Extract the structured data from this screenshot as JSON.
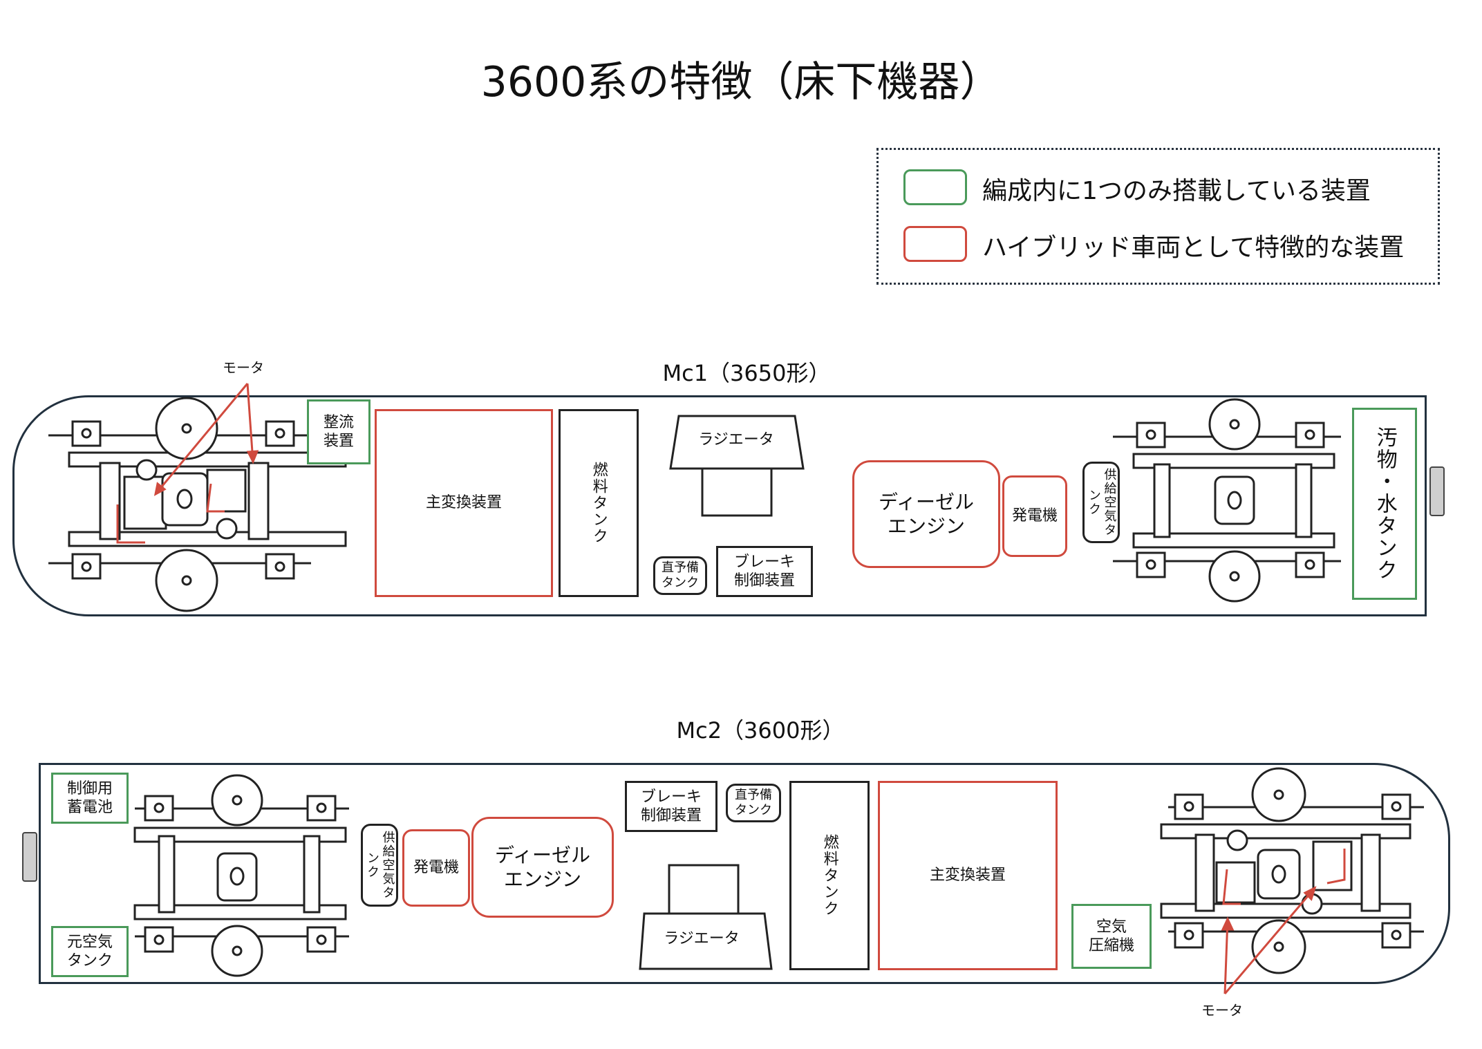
{
  "title": "3600系の特徴（床下機器）",
  "legend": {
    "items": [
      {
        "label": "編成内に1つのみ搭載している装置",
        "color": "#4a9a5a",
        "meaning": "green"
      },
      {
        "label": "ハイブリッド車両として特徴的な装置",
        "color": "#d04a3e",
        "meaning": "red"
      }
    ]
  },
  "colors": {
    "green": "#4a9a5a",
    "red": "#d04a3e",
    "outline": "#22313f"
  },
  "cars": [
    {
      "name": "Mc1（3650形）",
      "motor_label": "モータ",
      "equipment": {
        "rectifier": "整流装置",
        "main_converter": "主変換装置",
        "fuel_tank": "燃料タンク",
        "radiator": "ラジエータ",
        "direct_reserve_tank": "直予備タンク",
        "brake_control": "ブレーキ制御装置",
        "diesel_engine": "ディーゼルエンジン",
        "generator": "発電機",
        "supply_air_tank": "供給空気タンク",
        "waste_water_tank": "汚物・水タンク"
      }
    },
    {
      "name": "Mc2（3600形）",
      "motor_label": "モータ",
      "equipment": {
        "control_battery": "制御用蓄電池",
        "main_air_tank": "元空気タンク",
        "supply_air_tank": "供給空気タンク",
        "generator": "発電機",
        "diesel_engine": "ディーゼルエンジン",
        "brake_control": "ブレーキ制御装置",
        "direct_reserve_tank": "直予備タンク",
        "radiator": "ラジエータ",
        "fuel_tank": "燃料タンク",
        "main_converter": "主変換装置",
        "air_compressor": "空気圧縮機"
      }
    }
  ],
  "display": {
    "mc1_rectifier": [
      "整流",
      "装置"
    ],
    "mc1_direct": [
      "直予備",
      "タンク"
    ],
    "mc1_brake": [
      "ブレーキ",
      "制御装置"
    ],
    "mc1_engine": [
      "ディーゼル",
      "エンジン"
    ],
    "mc2_battery": [
      "制御用",
      "蓄電池"
    ],
    "mc2_mainair": [
      "元空気",
      "タンク"
    ],
    "mc2_brake": [
      "ブレーキ",
      "制御装置"
    ],
    "mc2_direct": [
      "直予備",
      "タンク"
    ],
    "mc2_engine": [
      "ディーゼル",
      "エンジン"
    ],
    "mc2_compressor": [
      "空気",
      "圧縮機"
    ]
  }
}
